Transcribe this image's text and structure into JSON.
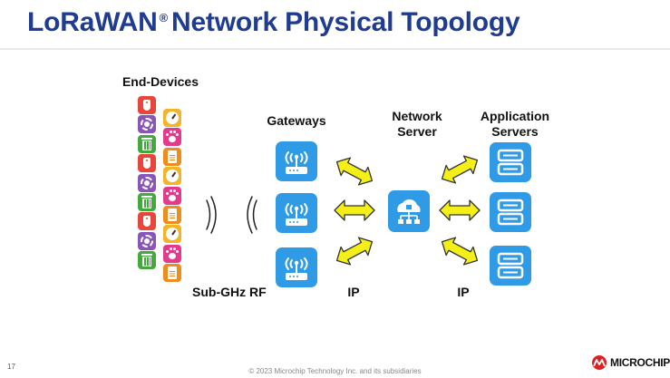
{
  "slide": {
    "title": "LoRaWAN",
    "title_mark": "®",
    "title_rest": "Network Physical Topology",
    "page_number": "17",
    "copyright": "© 2023 Microchip Technology Inc. and its subsidiaries",
    "logo_text": "MICROCHIP"
  },
  "diagram": {
    "end_devices_label": "End-Devices",
    "gateways_label": "Gateways",
    "network_server_label": "Network\nServer",
    "application_servers_label": "Application\nServers",
    "rf_label": "Sub-GHz RF",
    "ip_label_left": "IP",
    "ip_label_right": "IP",
    "gateway_count": 3,
    "application_server_count": 3
  },
  "colors": {
    "title": "#1f3c91",
    "node_blue": "#2f9be6",
    "arrow_yellow": "#f5ef18",
    "arrow_outline": "#333333"
  },
  "icons": {
    "end_device_column_1": [
      "tag-icon",
      "ring-icon",
      "trash-bin-icon",
      "tag-icon",
      "ring-icon",
      "trash-bin-icon",
      "tag-icon",
      "ring-icon",
      "trash-bin-icon"
    ],
    "end_device_column_2": [
      "meter-icon",
      "paw-icon",
      "keypad-icon",
      "meter-icon",
      "paw-icon",
      "keypad-icon",
      "meter-icon",
      "paw-icon",
      "keypad-icon"
    ],
    "gateway": "wifi-router-icon",
    "network_server": "cloud-network-icon",
    "application_server": "server-rack-icon"
  }
}
